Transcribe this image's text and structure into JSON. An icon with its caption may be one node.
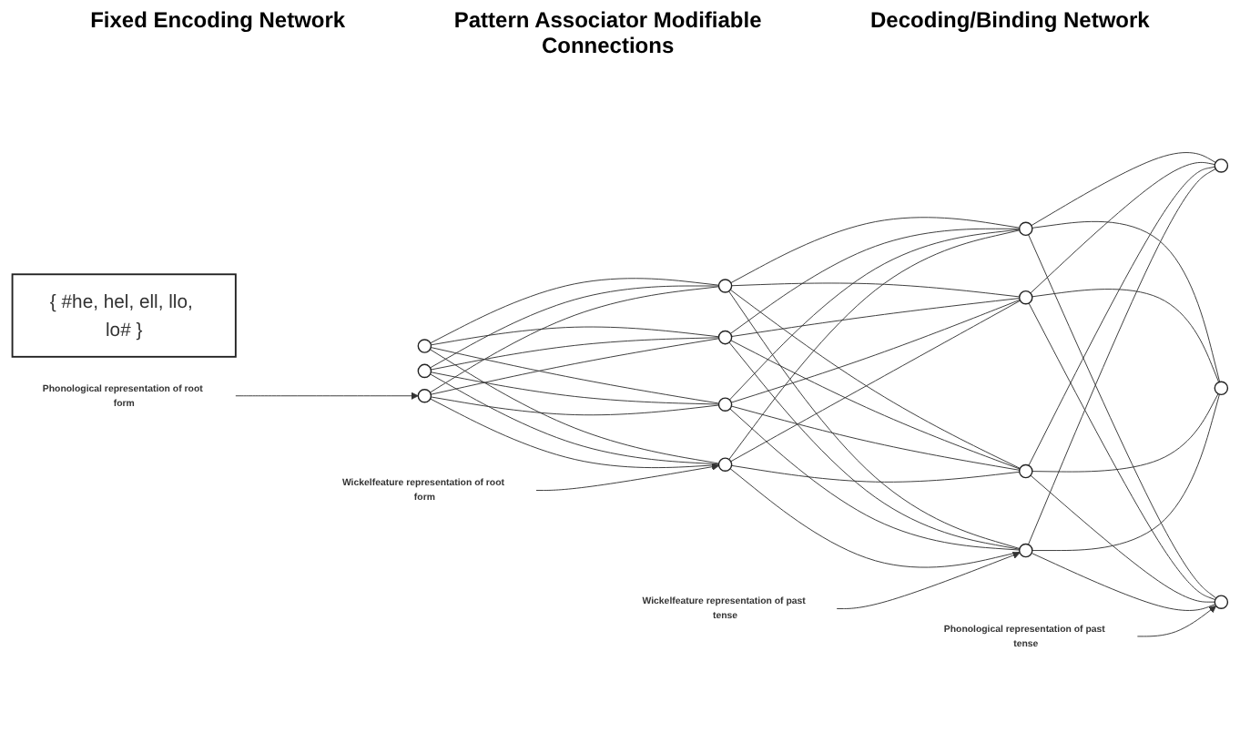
{
  "diagram": {
    "nodes": [
      {
        "text": [],
        "shape": "circle"
      },
      {
        "text": [],
        "shape": "circle"
      },
      {
        "text": [],
        "shape": "circle"
      },
      {
        "text": [],
        "shape": "circle"
      },
      {
        "text": [],
        "shape": "circle"
      },
      {
        "text": [],
        "shape": "circle"
      },
      {
        "text": [],
        "shape": "circle"
      },
      {
        "text": [],
        "shape": "circle"
      },
      {
        "text": [],
        "shape": "circle"
      },
      {
        "text": [],
        "shape": "circle"
      },
      {
        "text": [],
        "shape": "circle"
      },
      {
        "text": [],
        "shape": "circle"
      },
      {
        "text": [],
        "shape": "circle"
      },
      {
        "text": [],
        "shape": "circle"
      },
      {
        "text": [
          "{ #he, hel, ell, llo, lo# }"
        ]
      },
      {
        "text": [
          "Phonological representation of root form"
        ]
      },
      {
        "text": [
          "Wickelfeature representation of root form"
        ]
      },
      {
        "text": [
          "Wickelfeature representation of past tense"
        ]
      },
      {
        "text": [
          "Phonological representation of past tense"
        ]
      }
    ],
    "edges": [
      {
        "from": 0,
        "to": 3,
        "arrow": "none"
      },
      {
        "from": 0,
        "to": 4,
        "arrow": "none"
      },
      {
        "from": 0,
        "to": 5,
        "arrow": "none"
      },
      {
        "from": 0,
        "to": 6,
        "arrow": "none"
      },
      {
        "from": 1,
        "to": 3,
        "arrow": "none"
      },
      {
        "from": 1,
        "to": 4,
        "arrow": "none"
      },
      {
        "from": 1,
        "to": 5,
        "arrow": "none"
      },
      {
        "from": 1,
        "to": 6,
        "arrow": "none"
      },
      {
        "from": 2,
        "to": 3,
        "arrow": "none"
      },
      {
        "from": 2,
        "to": 4,
        "arrow": "none"
      },
      {
        "from": 2,
        "to": 5,
        "arrow": "none"
      },
      {
        "from": 2,
        "to": 6,
        "arrow": "none"
      },
      {
        "from": 3,
        "to": 7,
        "arrow": "none"
      },
      {
        "from": 3,
        "to": 8,
        "arrow": "none"
      },
      {
        "from": 3,
        "to": 9,
        "arrow": "none"
      },
      {
        "from": 3,
        "to": 10,
        "arrow": "none"
      },
      {
        "from": 4,
        "to": 7,
        "arrow": "none"
      },
      {
        "from": 4,
        "to": 8,
        "arrow": "none"
      },
      {
        "from": 4,
        "to": 9,
        "arrow": "none"
      },
      {
        "from": 4,
        "to": 10,
        "arrow": "none"
      },
      {
        "from": 5,
        "to": 7,
        "arrow": "none"
      },
      {
        "from": 5,
        "to": 8,
        "arrow": "none"
      },
      {
        "from": 5,
        "to": 9,
        "arrow": "none"
      },
      {
        "from": 5,
        "to": 10,
        "arrow": "none"
      },
      {
        "from": 6,
        "to": 7,
        "arrow": "none"
      },
      {
        "from": 6,
        "to": 8,
        "arrow": "none"
      },
      {
        "from": 6,
        "to": 9,
        "arrow": "none"
      },
      {
        "from": 6,
        "to": 10,
        "arrow": "none"
      },
      {
        "from": 7,
        "to": 11,
        "arrow": "none"
      },
      {
        "from": 7,
        "to": 12,
        "arrow": "none"
      },
      {
        "from": 7,
        "to": 13,
        "arrow": "none"
      },
      {
        "from": 8,
        "to": 11,
        "arrow": "none"
      },
      {
        "from": 8,
        "to": 12,
        "arrow": "none"
      },
      {
        "from": 8,
        "to": 13,
        "arrow": "none"
      },
      {
        "from": 9,
        "to": 11,
        "arrow": "none"
      },
      {
        "from": 9,
        "to": 12,
        "arrow": "none"
      },
      {
        "from": 9,
        "to": 13,
        "arrow": "none"
      },
      {
        "from": 10,
        "to": 11,
        "arrow": "none"
      },
      {
        "from": 10,
        "to": 12,
        "arrow": "none"
      },
      {
        "from": 10,
        "to": 13,
        "arrow": "none"
      },
      {
        "from": 15,
        "to": 2,
        "arrow": "to"
      },
      {
        "from": 16,
        "to": 6,
        "arrow": "to"
      },
      {
        "from": 17,
        "to": 10,
        "arrow": "to"
      },
      {
        "from": 18,
        "to": 13,
        "arrow": "to"
      }
    ],
    "labels": [
      "Fixed Encoding Network",
      "Pattern Associator Modifiable Connections",
      "Decoding/Binding Network"
    ]
  }
}
